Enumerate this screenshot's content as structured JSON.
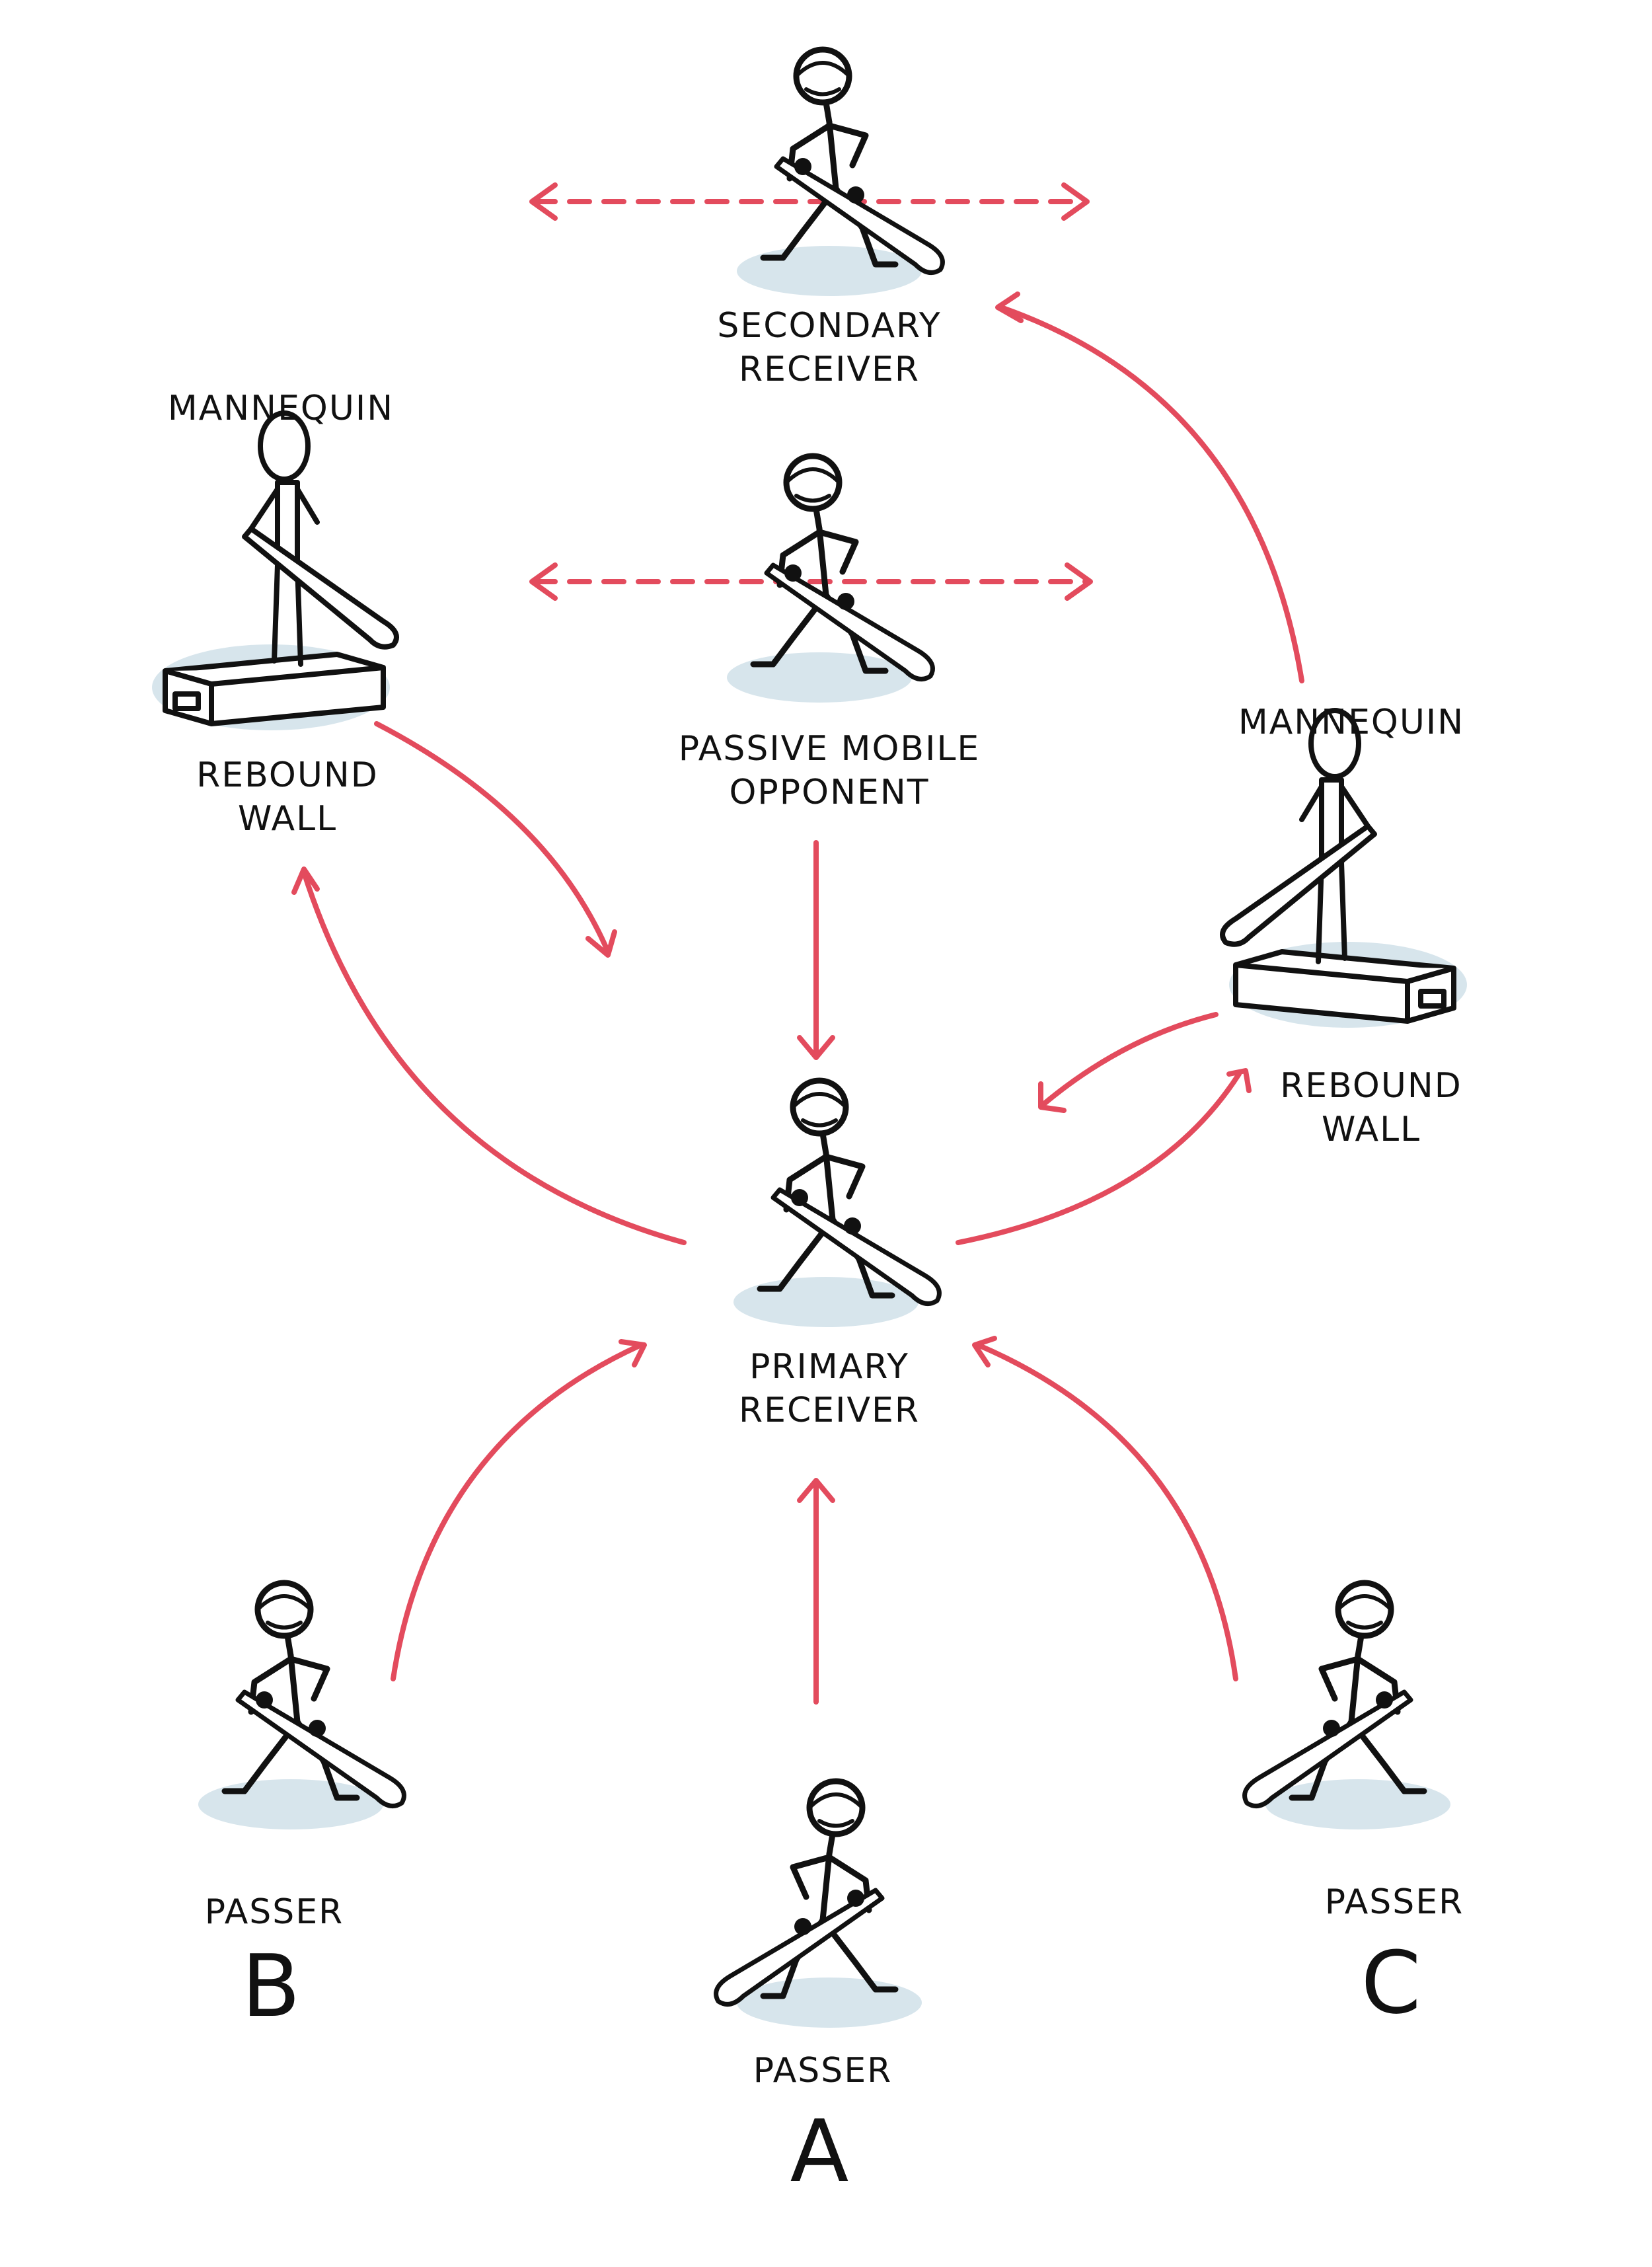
{
  "colors": {
    "arrow": "#e34b5d",
    "ink": "#111111",
    "shadow": "#d7e5ec"
  },
  "labels": {
    "secondary_receiver": [
      "SECONDARY",
      "RECEIVER"
    ],
    "mannequin_left": "MANNEQUIN",
    "rebound_wall_left": [
      "REBOUND",
      "WALL"
    ],
    "passive_mobile_opponent": [
      "PASSIVE MOBILE",
      "OPPONENT"
    ],
    "mannequin_right": "MANNEQUIN",
    "rebound_wall_right": [
      "REBOUND",
      "WALL"
    ],
    "primary_receiver": [
      "PRIMARY",
      "RECEIVER"
    ],
    "passer_b": {
      "title": "PASSER",
      "letter": "B"
    },
    "passer_a": {
      "title": "PASSER",
      "letter": "A"
    },
    "passer_c": {
      "title": "PASSER",
      "letter": "C"
    }
  }
}
